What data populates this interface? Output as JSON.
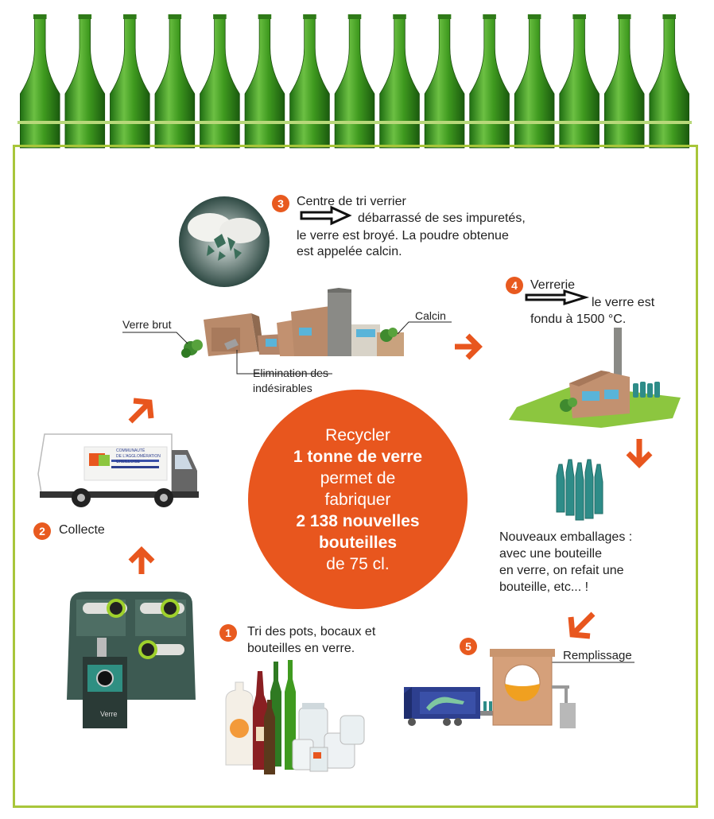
{
  "center": {
    "line1": "Recycler",
    "line2": "1 tonne de verre",
    "line3": "permet de",
    "line4": "fabriquer",
    "line5": "2 138 nouvelles",
    "line6": "bouteilles",
    "line7": "de 75 cl."
  },
  "steps": {
    "s1": {
      "num": "1",
      "line1": "Tri des pots, bocaux et",
      "line2": "bouteilles en verre."
    },
    "s2": {
      "num": "2",
      "label": "Collecte"
    },
    "s3": {
      "num": "3",
      "line1": "Centre de tri verrier",
      "line2": "débarrassé de ses impuretés,",
      "line3": "le verre est broyé. La poudre obtenue",
      "line4": "est appelée calcin."
    },
    "s4": {
      "num": "4",
      "line1": "Verrerie",
      "line2": "le verre est",
      "line3": "fondu à 1500 °C."
    },
    "s5": {
      "num": "5",
      "label": "Remplissage"
    }
  },
  "labels": {
    "verre_brut": "Verre brut",
    "calcin": "Calcin",
    "elimination1": "Elimination des",
    "elimination2": "indésirables",
    "container_label": "Verre",
    "truck_brand1": "COMMUNAUTÉ",
    "truck_brand2": "DE L'AGGLOMÉRATION",
    "truck_brand3": "CREILLOISE"
  },
  "nouveaux": {
    "line1": "Nouveaux emballages :",
    "line2": "avec une bouteille",
    "line3": "en verre, on refait une",
    "line4": "bouteille, etc... !"
  },
  "colors": {
    "accent_orange": "#e8561e",
    "frame_green": "#a8c63a",
    "bottle_green": "#3f9a1f",
    "teal_bottle": "#2e8c88"
  },
  "bottle_count": 15
}
